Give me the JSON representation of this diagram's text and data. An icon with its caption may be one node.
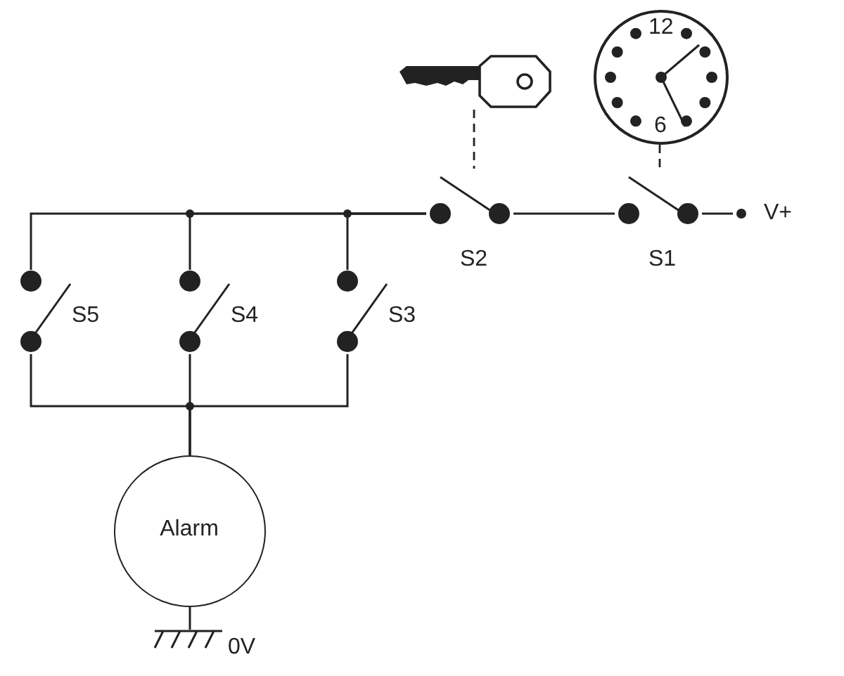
{
  "diagram": {
    "nodes": [
      {
        "text": [],
        "shape": "picture"
      },
      {
        "text": [
          "12",
          "6"
        ]
      },
      {
        "text": [
          "S2"
        ]
      },
      {
        "text": [
          "S1"
        ]
      },
      {
        "text": [
          "V+"
        ]
      },
      {
        "text": [
          "S5"
        ]
      },
      {
        "text": [
          "S4"
        ]
      },
      {
        "text": [
          "S3"
        ]
      },
      {
        "text": [
          "Alarm"
        ]
      },
      {
        "text": [
          "0V"
        ]
      }
    ],
    "edges": [
      {
        "from": 4,
        "to": 3,
        "arrow": "none"
      },
      {
        "from": 3,
        "to": 2,
        "arrow": "none"
      },
      {
        "from": 2,
        "to": 7,
        "arrow": "none"
      },
      {
        "from": 2,
        "to": 6,
        "arrow": "none"
      },
      {
        "from": 2,
        "to": 5,
        "arrow": "none"
      },
      {
        "from": 7,
        "to": 8,
        "arrow": "none"
      },
      {
        "from": 6,
        "to": 8,
        "arrow": "none"
      },
      {
        "from": 5,
        "to": 8,
        "arrow": "none"
      },
      {
        "from": 8,
        "to": 9,
        "arrow": "none"
      },
      {
        "from": 0,
        "to": 2,
        "arrow": "none",
        "style": "dashed"
      },
      {
        "from": 1,
        "to": 3,
        "arrow": "none",
        "style": "dashed"
      }
    ]
  }
}
